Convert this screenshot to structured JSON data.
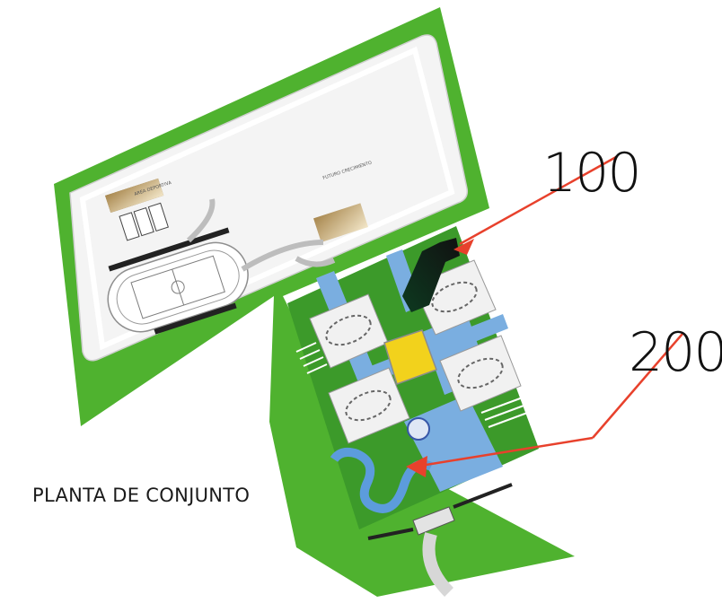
{
  "callouts": [
    {
      "number": "100"
    },
    {
      "number": "200"
    }
  ],
  "title": "PLANTA DE CONJUNTO",
  "colors": {
    "site_green": "#4fb22f",
    "water_blue": "#7aaee0",
    "arrow_red": "#e8412c",
    "court_yellow": "#f2d21c",
    "paving_grey": "#f3f3f3"
  }
}
